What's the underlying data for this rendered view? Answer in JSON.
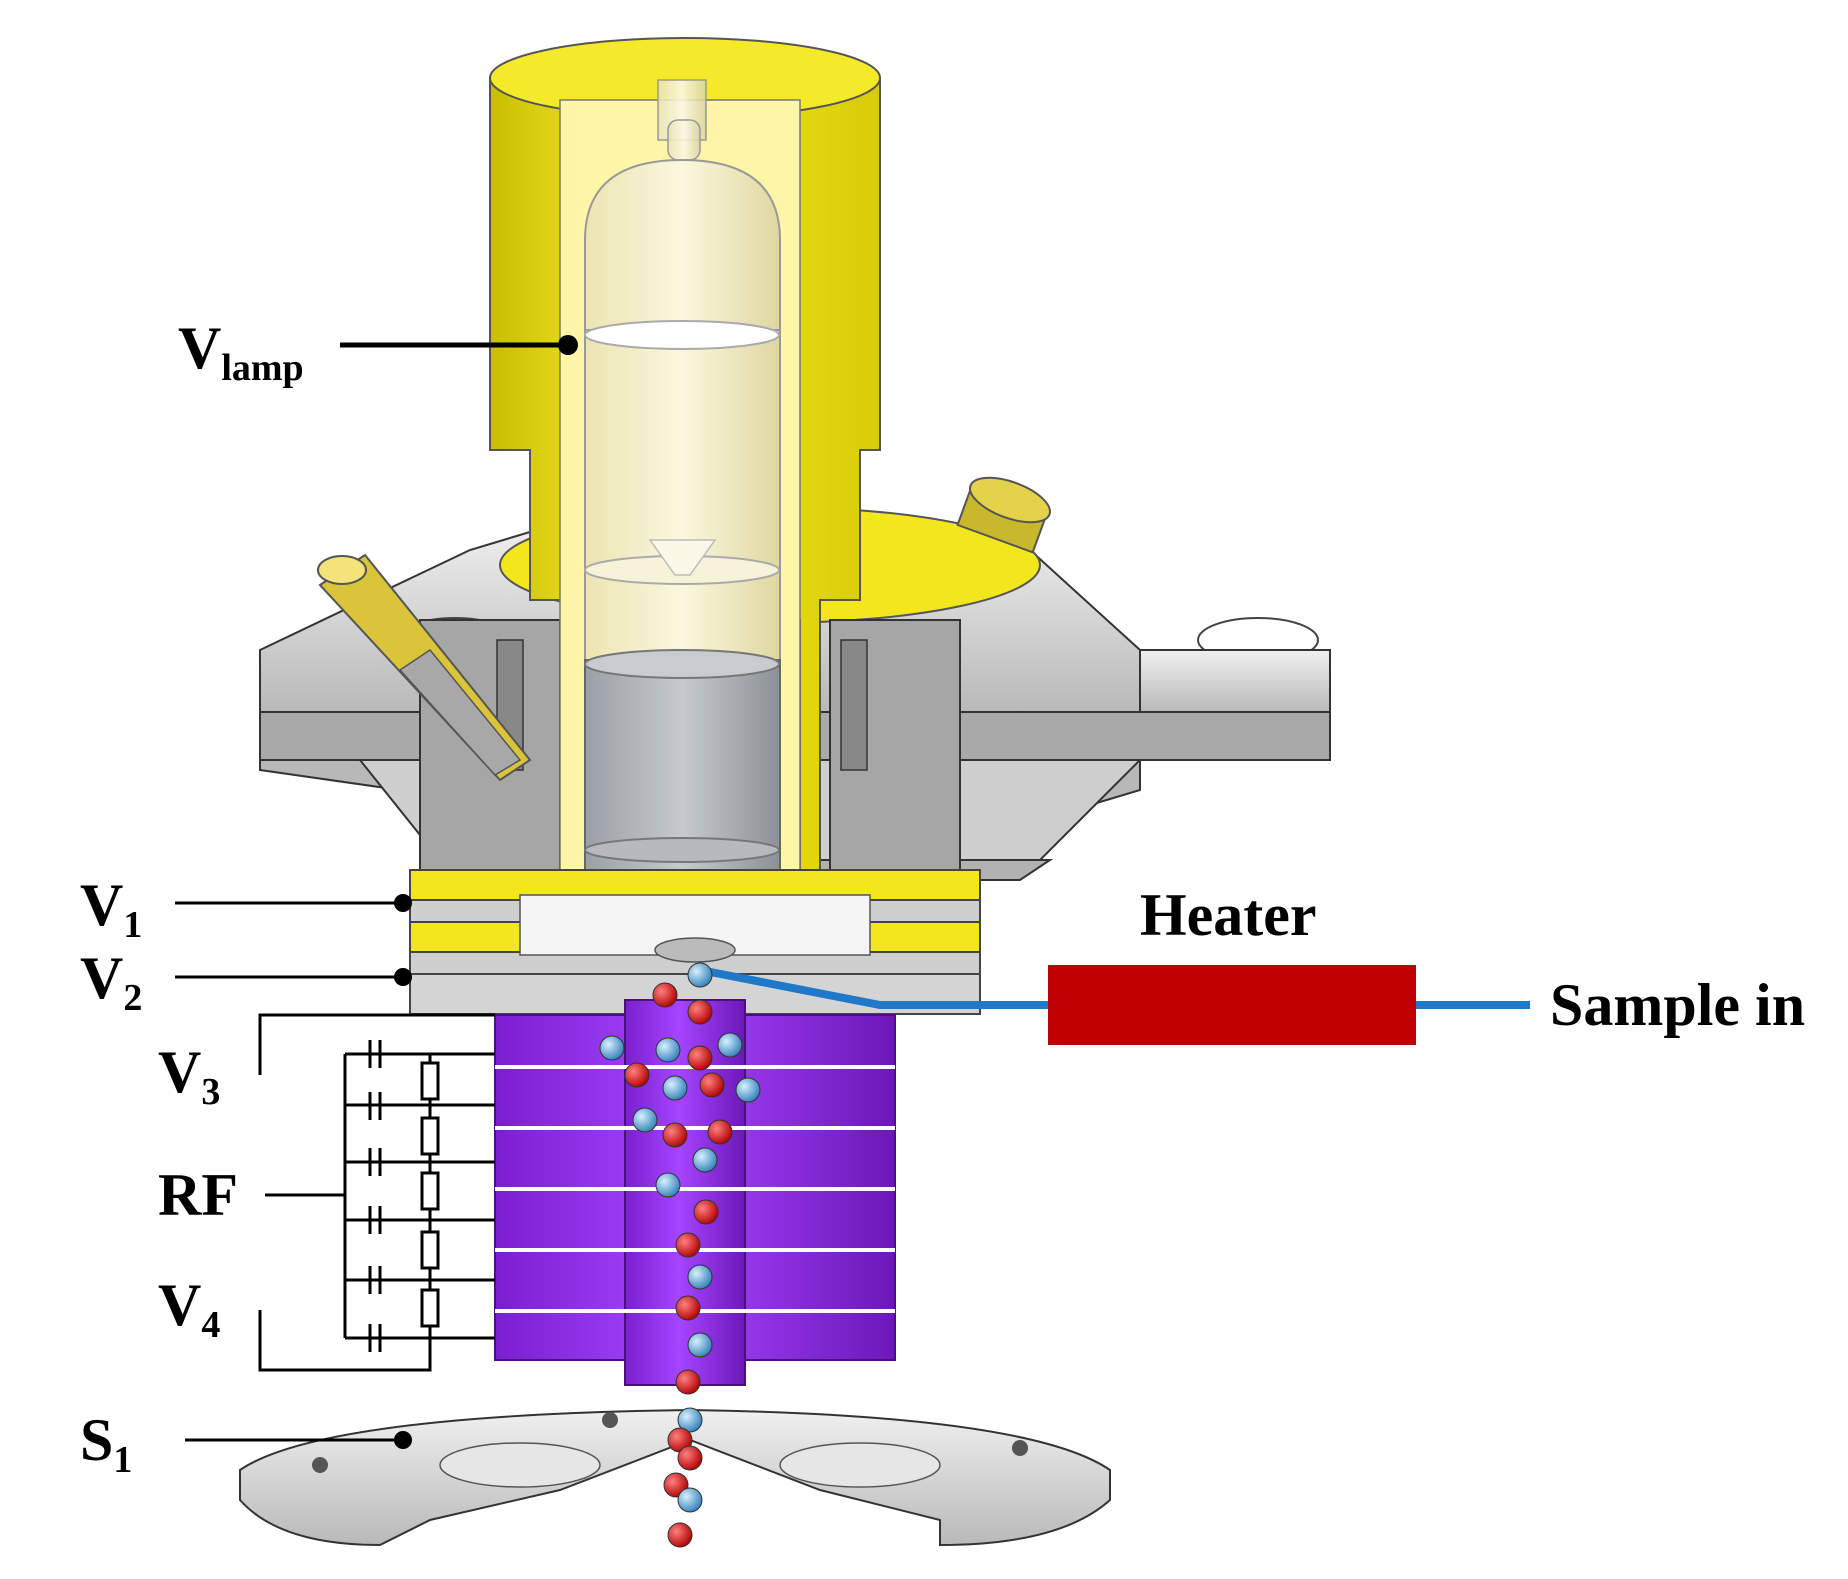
{
  "labels": {
    "v_lamp": {
      "main": "V",
      "sub": "lamp"
    },
    "v1": {
      "main": "V",
      "sub": "1"
    },
    "v2": {
      "main": "V",
      "sub": "2"
    },
    "v3": {
      "main": "V",
      "sub": "3"
    },
    "rf": "RF",
    "v4": {
      "main": "V",
      "sub": "4"
    },
    "s1": {
      "main": "S",
      "sub": "1"
    },
    "heater": "Heater",
    "sample_in": "Sample in"
  },
  "colors": {
    "lamp_housing": "#f2e61c",
    "metal_body": "#d9d9d9",
    "rf_electrodes": "#8f2de6",
    "heater": "#c00000",
    "sample_line": "#1f78c8",
    "ion_red": "#d10f0f",
    "ion_blue": "#5ea8d8"
  }
}
